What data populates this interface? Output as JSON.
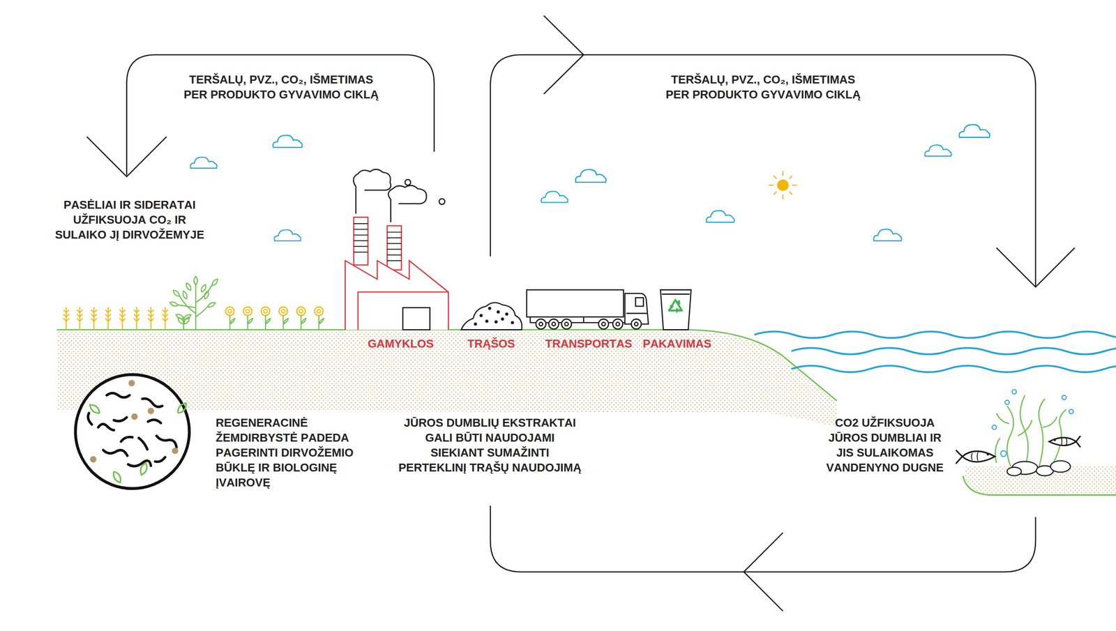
{
  "diagram": {
    "labels": [
      "TERŠALŲ, PVZ., CO₂, IŠMETIMAS PER PRODUKTO GYVAVIMO CIKLĄ",
      "TERŠALŲ, PVZ., CO₂, IŠMETIMAS PER PRODUKTO GYVAVIMO CIKLĄ",
      "PASĖLIAI IR SIDERATAI UŽFIKSUOJA CO₂ IR SULAIKO JĮ DIRVOŽEMYJE",
      "GAMYKLOS",
      "TRĄŠOS",
      "TRANSPORTAS",
      "PAKAVIMAS",
      "REGENERACINĖ ŽEMDIRBYSTĖ PADEDA PAGERINTI DIRVOŽEMIO BŪKLĘ IR BIOLOGINĘ ĮVAIROVĘ",
      "JŪROS DUMBLIŲ EKSTRAKTAI GALI BŪTI NAUDOJAMI SIEKIANT SUMAŽINTI PERTEKLINĮ TRĄŠŲ NAUDOJIMĄ",
      "CO2 UŽFIKSUOJA JŪROS DUMBLIAI IR JIS SULAIKOMAS VANDENYNO DUGNE"
    ]
  }
}
